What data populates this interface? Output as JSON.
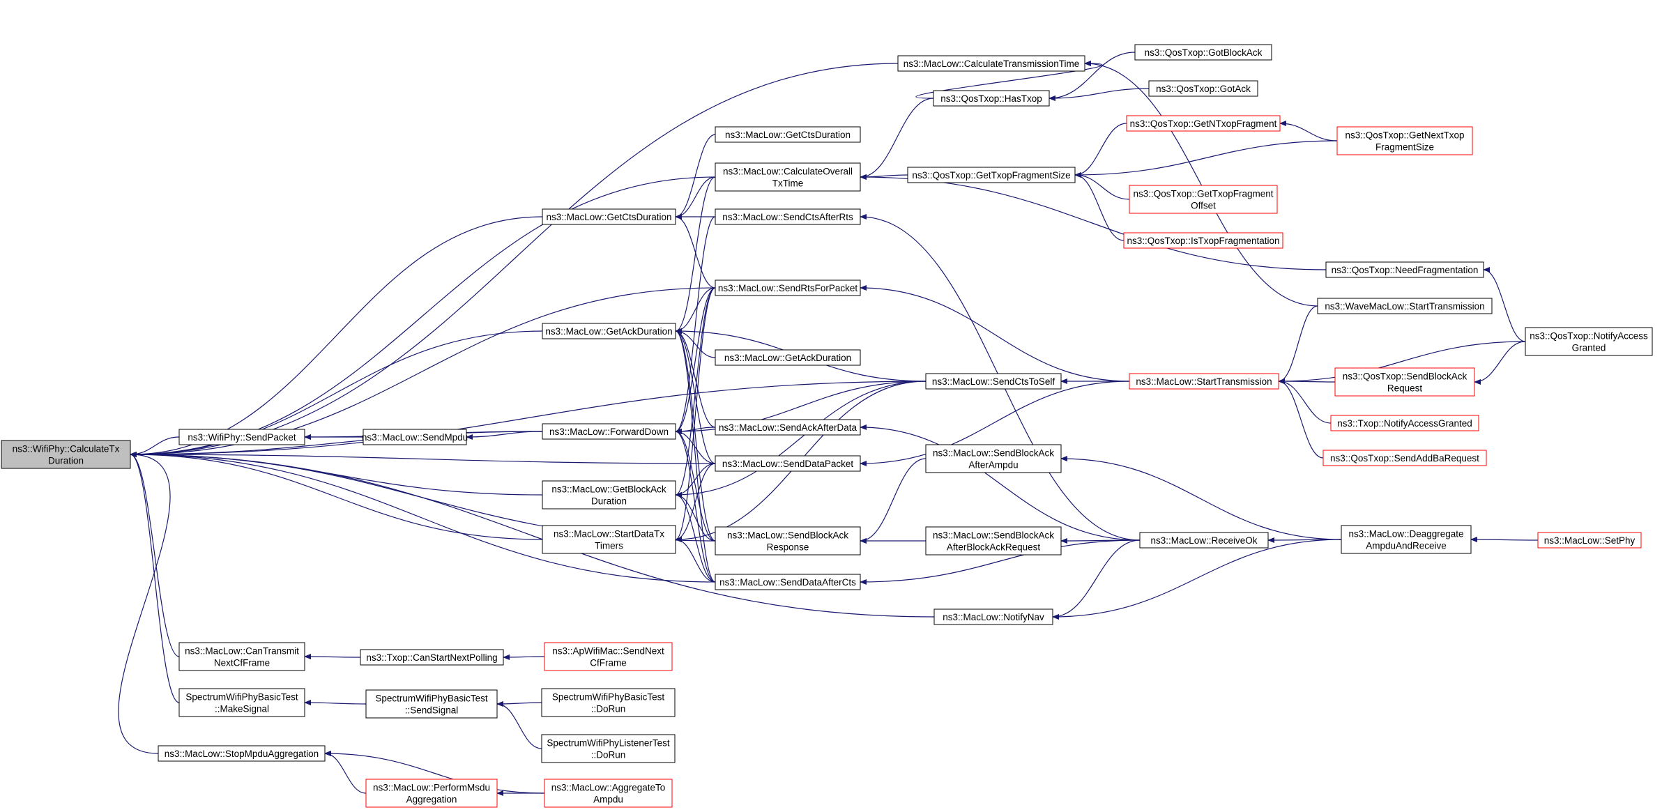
{
  "colors": {
    "edge": "#191970",
    "box_border": "#000000",
    "missing_border": "#ff0000",
    "root_fill": "#bfbfbf",
    "box_fill": "#ffffff",
    "text": "#000000"
  },
  "nodes": [
    {
      "id": "root",
      "lines": [
        "ns3::WifiPhy::CalculateTx",
        "Duration"
      ],
      "style": "root"
    },
    {
      "id": "SendPacket",
      "lines": [
        "ns3::WifiPhy::SendPacket"
      ],
      "style": "normal"
    },
    {
      "id": "SendMpdu",
      "lines": [
        "ns3::MacLow::SendMpdu"
      ],
      "style": "normal"
    },
    {
      "id": "ForwardDown",
      "lines": [
        "ns3::MacLow::ForwardDown"
      ],
      "style": "normal"
    },
    {
      "id": "GetCtsDuration1",
      "lines": [
        "ns3::MacLow::GetCtsDuration"
      ],
      "style": "normal"
    },
    {
      "id": "GetAckDuration1",
      "lines": [
        "ns3::MacLow::GetAckDuration"
      ],
      "style": "normal"
    },
    {
      "id": "GetBlockAckDuration",
      "lines": [
        "ns3::MacLow::GetBlockAck",
        "Duration"
      ],
      "style": "normal"
    },
    {
      "id": "StartDataTxTimers",
      "lines": [
        "ns3::MacLow::StartDataTx",
        "Timers"
      ],
      "style": "normal"
    },
    {
      "id": "CanTransmitNextCfFrame",
      "lines": [
        "ns3::MacLow::CanTransmit",
        "NextCfFrame"
      ],
      "style": "normal"
    },
    {
      "id": "MakeSignal",
      "lines": [
        "SpectrumWifiPhyBasicTest",
        "::MakeSignal"
      ],
      "style": "normal"
    },
    {
      "id": "StopMpduAggregation",
      "lines": [
        "ns3::MacLow::StopMpduAggregation"
      ],
      "style": "normal"
    },
    {
      "id": "CanStartNextPolling",
      "lines": [
        "ns3::Txop::CanStartNextPolling"
      ],
      "style": "normal"
    },
    {
      "id": "SendSignal",
      "lines": [
        "SpectrumWifiPhyBasicTest",
        "::SendSignal"
      ],
      "style": "normal"
    },
    {
      "id": "PerformMsduAggregation",
      "lines": [
        "ns3::MacLow::PerformMsdu",
        "Aggregation"
      ],
      "style": "missing"
    },
    {
      "id": "CalculateTransmissionTime",
      "lines": [
        "ns3::MacLow::CalculateTransmissionTime"
      ],
      "style": "normal"
    },
    {
      "id": "GetCtsDuration2",
      "lines": [
        "ns3::MacLow::GetCtsDuration"
      ],
      "style": "normal"
    },
    {
      "id": "CalculateOverallTxTime",
      "lines": [
        "ns3::MacLow::CalculateOverall",
        "TxTime"
      ],
      "style": "normal"
    },
    {
      "id": "SendCtsAfterRts",
      "lines": [
        "ns3::MacLow::SendCtsAfterRts"
      ],
      "style": "normal"
    },
    {
      "id": "SendRtsForPacket",
      "lines": [
        "ns3::MacLow::SendRtsForPacket"
      ],
      "style": "normal"
    },
    {
      "id": "GetAckDuration2",
      "lines": [
        "ns3::MacLow::GetAckDuration"
      ],
      "style": "normal"
    },
    {
      "id": "SendAckAfterData",
      "lines": [
        "ns3::MacLow::SendAckAfterData"
      ],
      "style": "normal"
    },
    {
      "id": "SendDataPacket",
      "lines": [
        "ns3::MacLow::SendDataPacket"
      ],
      "style": "normal"
    },
    {
      "id": "SendBlockAckResponse",
      "lines": [
        "ns3::MacLow::SendBlockAck",
        "Response"
      ],
      "style": "normal"
    },
    {
      "id": "SendDataAfterCts",
      "lines": [
        "ns3::MacLow::SendDataAfterCts"
      ],
      "style": "normal"
    },
    {
      "id": "ApSendNextCfFrame",
      "lines": [
        "ns3::ApWifiMac::SendNext",
        "CfFrame"
      ],
      "style": "missing"
    },
    {
      "id": "DoRun1",
      "lines": [
        "SpectrumWifiPhyBasicTest",
        "::DoRun"
      ],
      "style": "normal"
    },
    {
      "id": "DoRun2",
      "lines": [
        "SpectrumWifiPhyListenerTest",
        "::DoRun"
      ],
      "style": "normal"
    },
    {
      "id": "AggregateToAmpdu",
      "lines": [
        "ns3::MacLow::AggregateTo",
        "Ampdu"
      ],
      "style": "missing"
    },
    {
      "id": "HasTxop",
      "lines": [
        "ns3::QosTxop::HasTxop"
      ],
      "style": "normal"
    },
    {
      "id": "GetTxopFragmentSize",
      "lines": [
        "ns3::QosTxop::GetTxopFragmentSize"
      ],
      "style": "normal"
    },
    {
      "id": "SendCtsToSelf",
      "lines": [
        "ns3::MacLow::SendCtsToSelf"
      ],
      "style": "normal"
    },
    {
      "id": "SendBlockAckAfterAmpdu",
      "lines": [
        "ns3::MacLow::SendBlockAck",
        "AfterAmpdu"
      ],
      "style": "normal"
    },
    {
      "id": "SendBlockAckAfterBlockAckRequest",
      "lines": [
        "ns3::MacLow::SendBlockAck",
        "AfterBlockAckRequest"
      ],
      "style": "normal"
    },
    {
      "id": "NotifyNav",
      "lines": [
        "ns3::MacLow::NotifyNav"
      ],
      "style": "normal"
    },
    {
      "id": "GotBlockAck",
      "lines": [
        "ns3::QosTxop::GotBlockAck"
      ],
      "style": "normal"
    },
    {
      "id": "GotAck",
      "lines": [
        "ns3::QosTxop::GotAck"
      ],
      "style": "normal"
    },
    {
      "id": "GetNTxopFragment",
      "lines": [
        "ns3::QosTxop::GetNTxopFragment"
      ],
      "style": "missing"
    },
    {
      "id": "GetTxopFragmentOffset",
      "lines": [
        "ns3::QosTxop::GetTxopFragment",
        "Offset"
      ],
      "style": "missing"
    },
    {
      "id": "IsTxopFragmentation",
      "lines": [
        "ns3::QosTxop::IsTxopFragmentation"
      ],
      "style": "missing"
    },
    {
      "id": "StartTransmission",
      "lines": [
        "ns3::MacLow::StartTransmission"
      ],
      "style": "missing"
    },
    {
      "id": "ReceiveOk",
      "lines": [
        "ns3::MacLow::ReceiveOk"
      ],
      "style": "normal"
    },
    {
      "id": "GetNextTxopFragmentSize",
      "lines": [
        "ns3::QosTxop::GetNextTxop",
        "FragmentSize"
      ],
      "style": "missing"
    },
    {
      "id": "NeedFragmentation",
      "lines": [
        "ns3::QosTxop::NeedFragmentation"
      ],
      "style": "normal"
    },
    {
      "id": "WaveStartTransmission",
      "lines": [
        "ns3::WaveMacLow::StartTransmission"
      ],
      "style": "normal"
    },
    {
      "id": "SendBlockAckRequest",
      "lines": [
        "ns3::QosTxop::SendBlockAck",
        "Request"
      ],
      "style": "missing"
    },
    {
      "id": "TxopNotifyAccessGranted",
      "lines": [
        "ns3::Txop::NotifyAccessGranted"
      ],
      "style": "missing"
    },
    {
      "id": "SendAddBaRequest",
      "lines": [
        "ns3::QosTxop::SendAddBaRequest"
      ],
      "style": "missing"
    },
    {
      "id": "DeaggregateAmpduAndReceive",
      "lines": [
        "ns3::MacLow::Deaggregate",
        "AmpduAndReceive"
      ],
      "style": "normal"
    },
    {
      "id": "QosNotifyAccessGranted",
      "lines": [
        "ns3::QosTxop::NotifyAccess",
        "Granted"
      ],
      "style": "normal"
    },
    {
      "id": "SetPhy",
      "lines": [
        "ns3::MacLow::SetPhy"
      ],
      "style": "missing"
    }
  ],
  "edges": [
    [
      "root",
      "SendPacket"
    ],
    [
      "root",
      "ForwardDown"
    ],
    [
      "root",
      "GetCtsDuration1"
    ],
    [
      "root",
      "GetAckDuration1"
    ],
    [
      "root",
      "GetBlockAckDuration"
    ],
    [
      "root",
      "StartDataTxTimers"
    ],
    [
      "root",
      "CanTransmitNextCfFrame"
    ],
    [
      "root",
      "MakeSignal"
    ],
    [
      "root",
      "StopMpduAggregation"
    ],
    [
      "root",
      "CalculateTransmissionTime"
    ],
    [
      "root",
      "CalculateOverallTxTime"
    ],
    [
      "root",
      "SendRtsForPacket"
    ],
    [
      "root",
      "SendDataPacket"
    ],
    [
      "root",
      "SendDataAfterCts"
    ],
    [
      "root",
      "SendCtsToSelf"
    ],
    [
      "root",
      "SendBlockAckResponse"
    ],
    [
      "root",
      "NotifyNav"
    ],
    [
      "SendPacket",
      "ForwardDown"
    ],
    [
      "SendPacket",
      "SendMpdu"
    ],
    [
      "SendMpdu",
      "ForwardDown"
    ],
    [
      "ForwardDown",
      "SendRtsForPacket"
    ],
    [
      "ForwardDown",
      "SendCtsToSelf"
    ],
    [
      "ForwardDown",
      "SendDataPacket"
    ],
    [
      "ForwardDown",
      "SendBlockAckResponse"
    ],
    [
      "ForwardDown",
      "SendDataAfterCts"
    ],
    [
      "ForwardDown",
      "SendCtsAfterRts"
    ],
    [
      "ForwardDown",
      "SendAckAfterData"
    ],
    [
      "GetCtsDuration1",
      "GetCtsDuration2"
    ],
    [
      "GetCtsDuration1",
      "CalculateOverallTxTime"
    ],
    [
      "GetCtsDuration1",
      "SendCtsAfterRts"
    ],
    [
      "GetCtsDuration1",
      "SendRtsForPacket"
    ],
    [
      "GetAckDuration1",
      "CalculateOverallTxTime"
    ],
    [
      "GetAckDuration1",
      "SendRtsForPacket"
    ],
    [
      "GetAckDuration1",
      "GetAckDuration2"
    ],
    [
      "GetAckDuration1",
      "SendCtsToSelf"
    ],
    [
      "GetAckDuration1",
      "SendAckAfterData"
    ],
    [
      "GetAckDuration1",
      "SendDataPacket"
    ],
    [
      "GetAckDuration1",
      "SendBlockAckResponse"
    ],
    [
      "GetAckDuration1",
      "SendDataAfterCts"
    ],
    [
      "GetBlockAckDuration",
      "SendDataPacket"
    ],
    [
      "GetBlockAckDuration",
      "SendCtsToSelf"
    ],
    [
      "GetBlockAckDuration",
      "SendRtsForPacket"
    ],
    [
      "GetBlockAckDuration",
      "SendDataAfterCts"
    ],
    [
      "GetBlockAckDuration",
      "SendBlockAckResponse"
    ],
    [
      "StartDataTxTimers",
      "SendRtsForPacket"
    ],
    [
      "StartDataTxTimers",
      "SendDataPacket"
    ],
    [
      "StartDataTxTimers",
      "SendDataAfterCts"
    ],
    [
      "StartDataTxTimers",
      "SendCtsToSelf"
    ],
    [
      "CanTransmitNextCfFrame",
      "CanStartNextPolling"
    ],
    [
      "CanStartNextPolling",
      "ApSendNextCfFrame"
    ],
    [
      "MakeSignal",
      "SendSignal"
    ],
    [
      "SendSignal",
      "DoRun1"
    ],
    [
      "SendSignal",
      "DoRun2"
    ],
    [
      "StopMpduAggregation",
      "PerformMsduAggregation"
    ],
    [
      "StopMpduAggregation",
      "AggregateToAmpdu"
    ],
    [
      "PerformMsduAggregation",
      "AggregateToAmpdu"
    ],
    [
      "CalculateTransmissionTime",
      "HasTxop"
    ],
    [
      "CalculateTransmissionTime",
      "WaveStartTransmission"
    ],
    [
      "CalculateOverallTxTime",
      "HasTxop"
    ],
    [
      "CalculateOverallTxTime",
      "GetTxopFragmentSize"
    ],
    [
      "CalculateOverallTxTime",
      "NeedFragmentation"
    ],
    [
      "SendCtsAfterRts",
      "ReceiveOk"
    ],
    [
      "SendRtsForPacket",
      "StartTransmission"
    ],
    [
      "SendDataPacket",
      "StartTransmission"
    ],
    [
      "SendAckAfterData",
      "ReceiveOk"
    ],
    [
      "SendBlockAckResponse",
      "SendBlockAckAfterAmpdu"
    ],
    [
      "SendBlockAckResponse",
      "SendBlockAckAfterBlockAckRequest"
    ],
    [
      "SendDataAfterCts",
      "ReceiveOk"
    ],
    [
      "SendCtsToSelf",
      "StartTransmission"
    ],
    [
      "HasTxop",
      "GotBlockAck"
    ],
    [
      "HasTxop",
      "GotAck"
    ],
    [
      "GetTxopFragmentSize",
      "GetNTxopFragment"
    ],
    [
      "GetTxopFragmentSize",
      "GetNextTxopFragmentSize"
    ],
    [
      "GetTxopFragmentSize",
      "GetTxopFragmentOffset"
    ],
    [
      "GetTxopFragmentSize",
      "IsTxopFragmentation"
    ],
    [
      "GetNTxopFragment",
      "GetNextTxopFragmentSize"
    ],
    [
      "SendBlockAckAfterAmpdu",
      "DeaggregateAmpduAndReceive"
    ],
    [
      "SendBlockAckAfterBlockAckRequest",
      "ReceiveOk"
    ],
    [
      "NotifyNav",
      "ReceiveOk"
    ],
    [
      "NotifyNav",
      "DeaggregateAmpduAndReceive"
    ],
    [
      "StartTransmission",
      "WaveStartTransmission"
    ],
    [
      "StartTransmission",
      "QosNotifyAccessGranted"
    ],
    [
      "StartTransmission",
      "SendBlockAckRequest"
    ],
    [
      "StartTransmission",
      "TxopNotifyAccessGranted"
    ],
    [
      "StartTransmission",
      "SendAddBaRequest"
    ],
    [
      "ReceiveOk",
      "DeaggregateAmpduAndReceive"
    ],
    [
      "NeedFragmentation",
      "QosNotifyAccessGranted"
    ],
    [
      "SendBlockAckRequest",
      "QosNotifyAccessGranted"
    ],
    [
      "DeaggregateAmpduAndReceive",
      "SetPhy"
    ]
  ]
}
